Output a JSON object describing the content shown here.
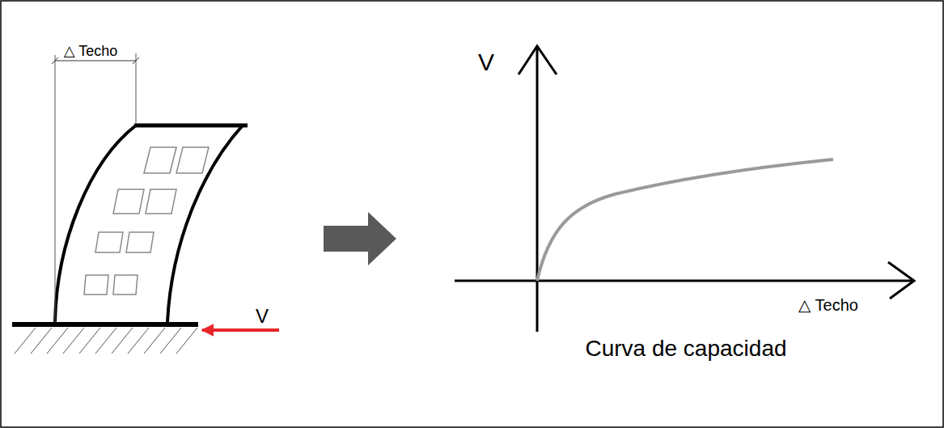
{
  "diagram": {
    "labels": [
      "△ Techo",
      "V",
      "V",
      "△ Techo",
      "Curva de capacidad"
    ]
  }
}
